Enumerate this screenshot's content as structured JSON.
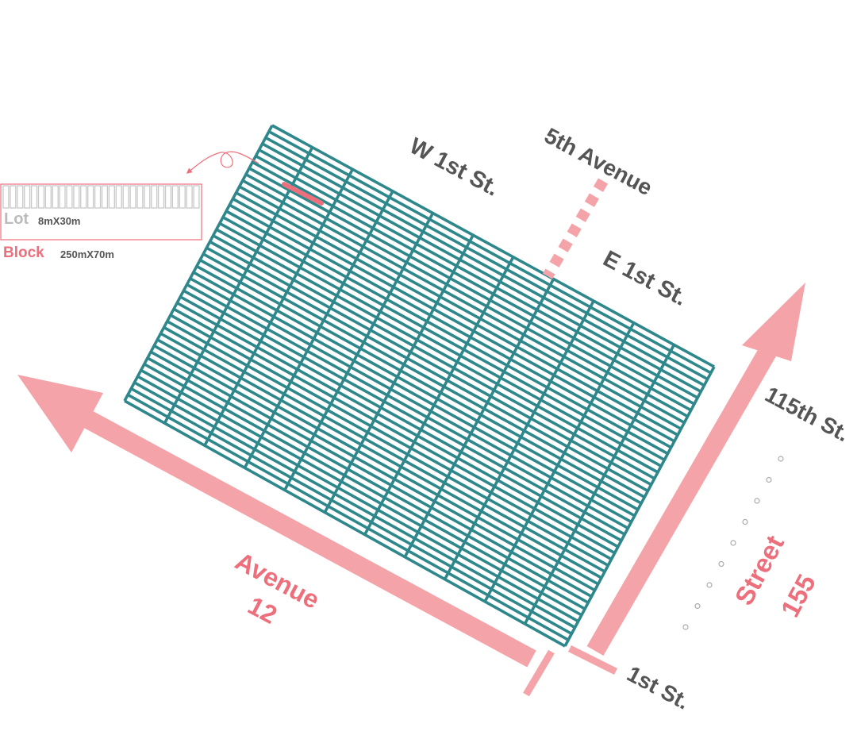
{
  "colors": {
    "grid": "#2e878b",
    "road": "#f4a3a8",
    "road_label": "#ee6f7c",
    "street_label": "#555555",
    "lot_stroke": "#c8c8c8",
    "dots": "#aaaaaa"
  },
  "streets": {
    "w_1st": "W 1st St.",
    "fifth_avenue": "5th Avenue",
    "e_1st": "E 1st St.",
    "st_115th": "115th St.",
    "first_st": "1st St."
  },
  "roads": {
    "avenue_word": "Avenue",
    "avenue_number": "12",
    "street_word": "Street",
    "street_number": "155"
  },
  "legend": {
    "lot_label": "Lot",
    "lot_size": "8mX30m",
    "block_label": "Block",
    "block_size": "250mX70m"
  },
  "icons": {
    "avenue_arrow": "arrow-left-up-icon",
    "street_arrow": "arrow-right-up-icon",
    "callout_arrow": "curly-arrow-icon"
  }
}
